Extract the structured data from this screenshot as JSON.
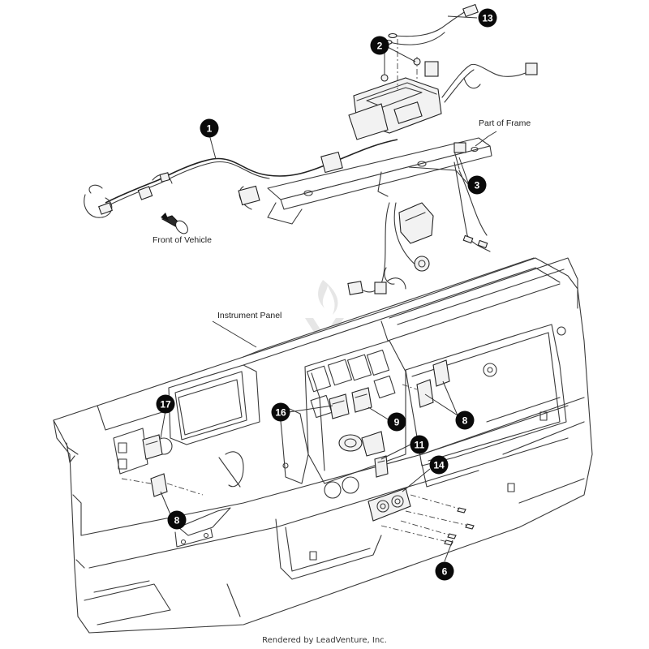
{
  "diagram": {
    "type": "exploded-parts-diagram",
    "subject": "Instrument panel wiring harness and switches"
  },
  "labels": {
    "front_of_vehicle": "Front of Vehicle",
    "part_of_frame": "Part of Frame",
    "instrument_panel": "Instrument Panel"
  },
  "footer": {
    "credit": "Rendered by LeadVenture, Inc."
  },
  "watermark": {
    "icon": "flame-v-logo-watermark"
  },
  "callouts": [
    {
      "id": "1",
      "number": "1"
    },
    {
      "id": "2",
      "number": "2"
    },
    {
      "id": "3",
      "number": "3"
    },
    {
      "id": "6",
      "number": "6"
    },
    {
      "id": "8a",
      "number": "8"
    },
    {
      "id": "8b",
      "number": "8"
    },
    {
      "id": "9",
      "number": "9"
    },
    {
      "id": "11",
      "number": "11"
    },
    {
      "id": "13",
      "number": "13"
    },
    {
      "id": "14",
      "number": "14"
    },
    {
      "id": "16",
      "number": "16"
    },
    {
      "id": "17",
      "number": "17"
    }
  ]
}
